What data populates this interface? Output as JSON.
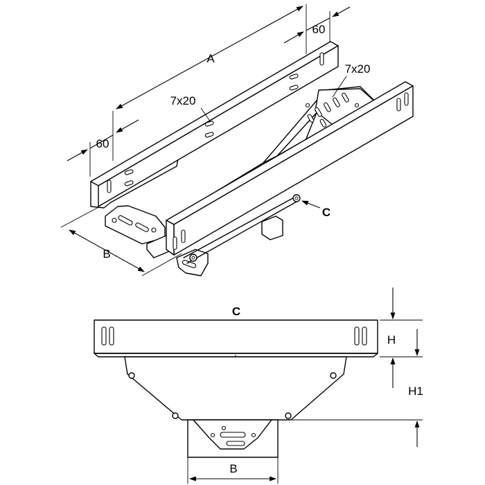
{
  "labels": {
    "dim_A": "A",
    "dim_60_top": "60",
    "dim_60_left": "60",
    "slot_7x20_center": "7x20",
    "slot_7x20_right": "7x20",
    "dim_B_iso": "B",
    "view_C_arrow": "C",
    "view_C_title": "C",
    "dim_H": "H",
    "dim_H1": "H1",
    "dim_B_front": "B"
  }
}
